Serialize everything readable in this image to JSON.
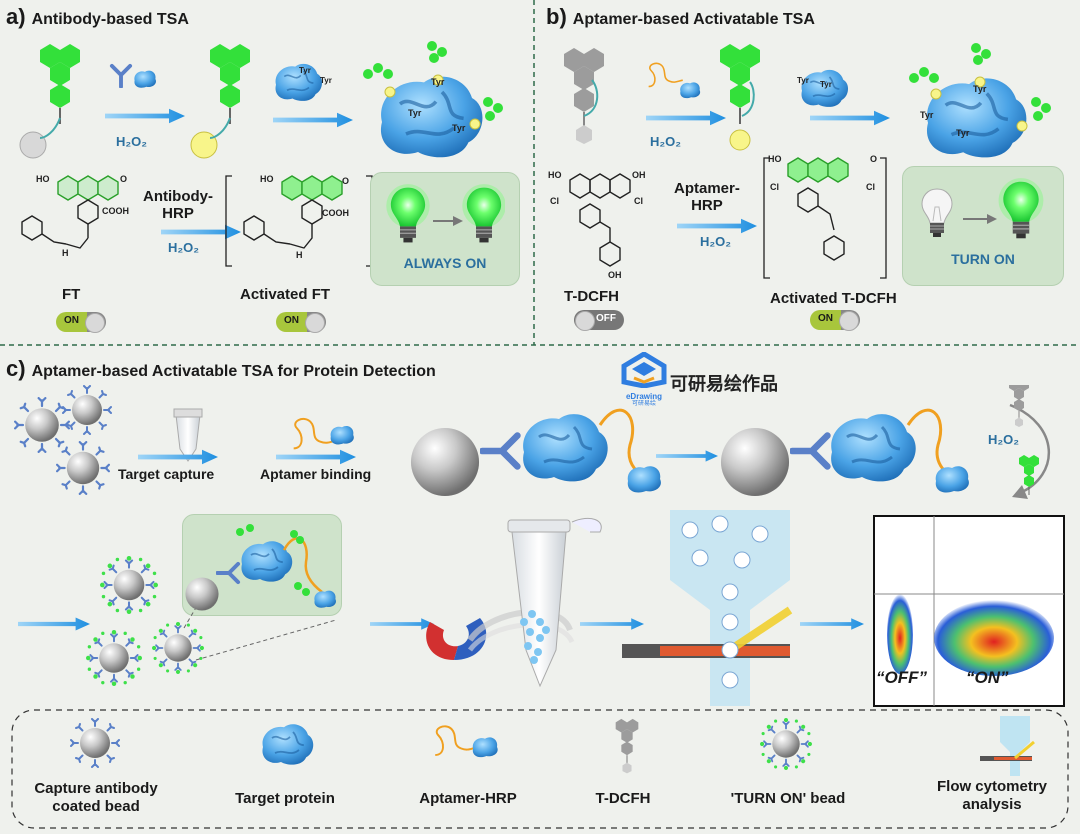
{
  "panel_a": {
    "letter": "a)",
    "title": "Antibody-based TSA",
    "h2o2_top": "H₂O₂",
    "reagent": "Antibody-\nHRP",
    "h2o2_mid": "H₂O₂",
    "compound_left": "FT",
    "compound_right": "Activated FT",
    "toggle_left": "ON",
    "toggle_right": "ON",
    "box_label": "ALWAYS ON",
    "tyr_labels": [
      "Tyr",
      "Tyr",
      "Tyr",
      "Tyr",
      "Tyr"
    ],
    "chem_cooh_left": "COOH",
    "chem_cooh_right": "COOH",
    "chem_ho_left": "HO",
    "chem_o_left": "O",
    "chem_n_left": "H",
    "chem_ho_right": "HO",
    "chem_o_right": "O",
    "chem_h_right": "H"
  },
  "panel_b": {
    "letter": "b)",
    "title": "Aptamer-based Activatable TSA",
    "h2o2_top": "H₂O₂",
    "reagent": "Aptamer-\nHRP",
    "h2o2_mid": "H₂O₂",
    "compound_left": "T-DCFH",
    "compound_right": "Activated T-DCFH",
    "toggle_left": "OFF",
    "toggle_right": "ON",
    "box_label": "TURN ON",
    "tyr_labels": [
      "Tyr",
      "Tyr",
      "Tyr",
      "Tyr",
      "Tyr"
    ],
    "chem_ho": "HO",
    "chem_oh": "OH",
    "chem_cl": "Cl",
    "chem_o": "O"
  },
  "panel_c": {
    "letter": "c)",
    "title": "Aptamer-based Activatable TSA for Protein Detection",
    "watermark_text": "可研易绘作品",
    "watermark_logo": "eDrawing",
    "watermark_logo_sub": "可研易绘",
    "step1": "Target capture",
    "step2": "Aptamer binding",
    "h2o2": "H₂O₂",
    "off_label": "“OFF”",
    "on_label": "“ON”"
  },
  "legend": {
    "items": [
      {
        "label": "Capture antibody\ncoated bead",
        "icon": "bead-icon"
      },
      {
        "label": "Target protein",
        "icon": "protein-icon"
      },
      {
        "label": "Aptamer-HRP",
        "icon": "aptamer-hrp-icon"
      },
      {
        "label": "T-DCFH",
        "icon": "tdcfh-icon"
      },
      {
        "label": "'TURN ON' bead",
        "icon": "turn-on-bead-icon"
      },
      {
        "label": "Flow cytometry\nanalysis",
        "icon": "flow-cytometry-icon"
      }
    ]
  },
  "colors": {
    "background": "#eff1ed",
    "fluor_green": "#33e03a",
    "arrow_blue": "#2e9be0",
    "protein_blue": "#5aaee8",
    "aptamer_orange": "#f0a020",
    "panel_border": "#2e6b4a",
    "box_green": "#cfe3cb",
    "label_blue": "#2b6f9e"
  }
}
